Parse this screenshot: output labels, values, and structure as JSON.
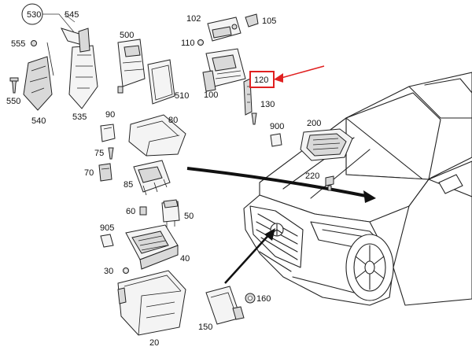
{
  "labels": {
    "l530": "530",
    "l545": "545",
    "l555": "555",
    "l550": "550",
    "l540": "540",
    "l535": "535",
    "l500": "500",
    "l510": "510",
    "l102": "102",
    "l105": "105",
    "l110": "110",
    "l100": "100",
    "l120": "120",
    "l130": "130",
    "l90": "90",
    "l80": "80",
    "l75": "75",
    "l70": "70",
    "l85": "85",
    "l60": "60",
    "l50": "50",
    "l905": "905",
    "l40": "40",
    "l30": "30",
    "l20": "20",
    "l900": "900",
    "l200": "200",
    "l220": "220",
    "l150": "150",
    "l160": "160"
  },
  "colors": {
    "highlight": "#e02020",
    "line": "#222222",
    "arrow": "#111111"
  }
}
